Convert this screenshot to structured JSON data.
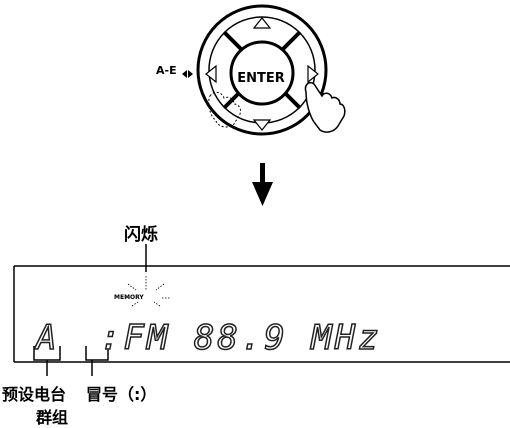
{
  "remote": {
    "enter_label": "ENTER",
    "ae_label": "A-E",
    "ae_icon": "left-right-arrow-icon",
    "hand_icon": "pointing-hand-icon"
  },
  "arrow": {
    "icon": "down-arrow-icon"
  },
  "display": {
    "flash_label": "闪烁",
    "memory_indicator": "MEMORY",
    "preset_group": "A",
    "colon": ":",
    "frequency_text": "FM 88.9 MHz"
  },
  "callouts": {
    "preset_group_line1": "预设电台",
    "preset_group_line2": "群组",
    "colon_label": "冒号（:）"
  }
}
